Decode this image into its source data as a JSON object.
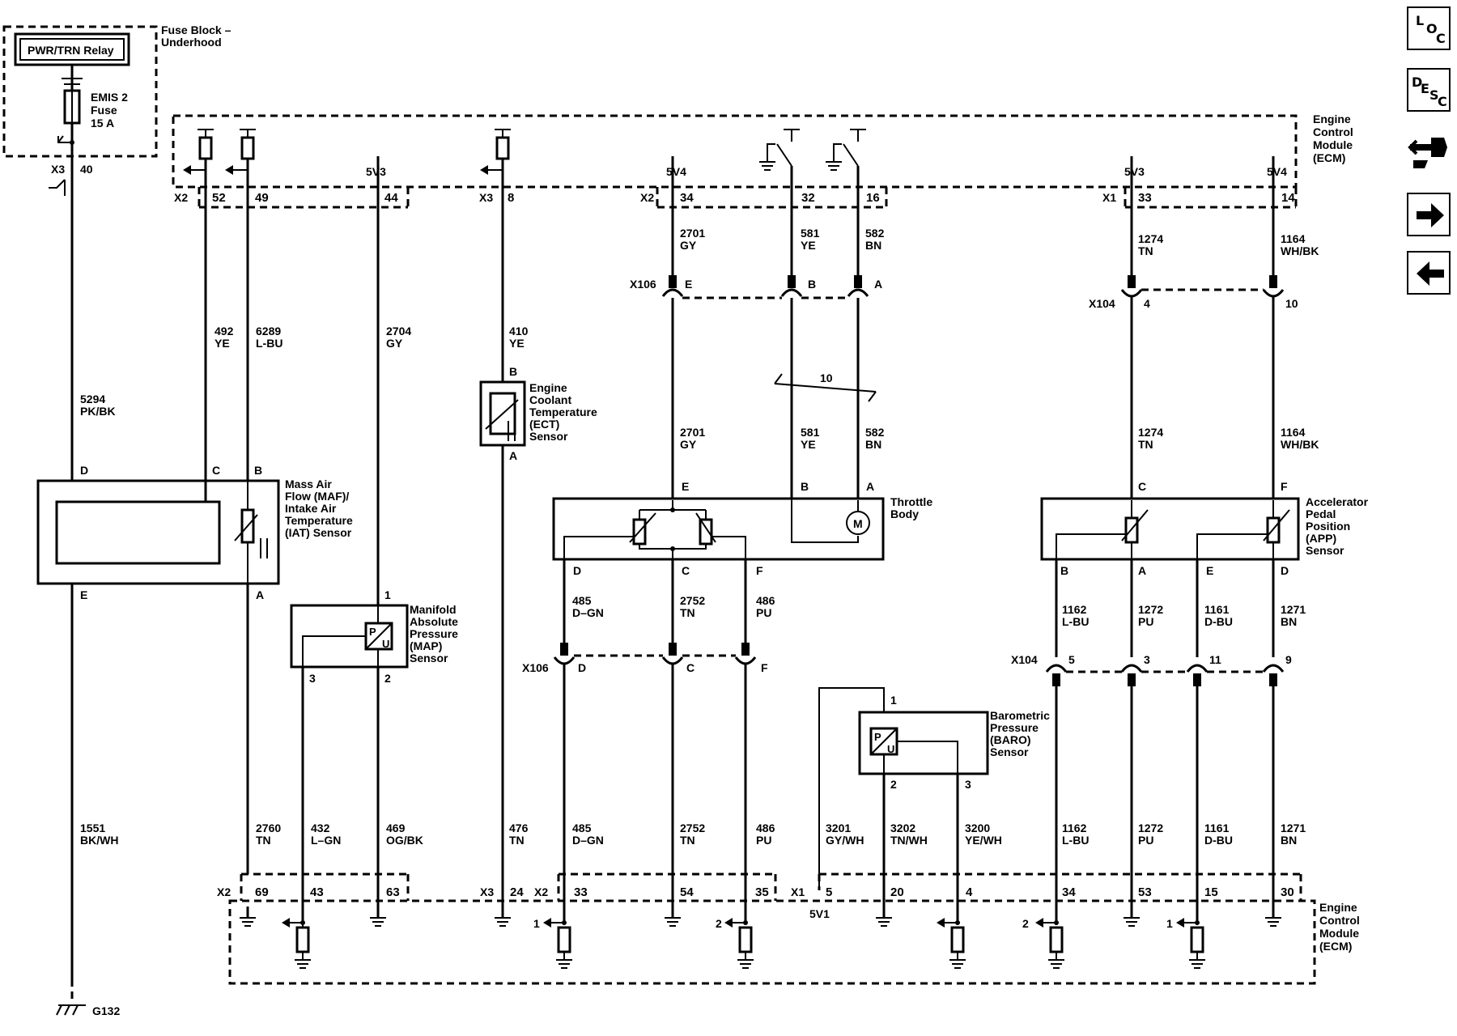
{
  "relay": "PWR/TRN Relay",
  "fuse_block": [
    "Fuse Block –",
    "Underhood"
  ],
  "fuse": [
    "EMIS 2",
    "Fuse",
    "15 A"
  ],
  "ecm": [
    "Engine",
    "Control",
    "Module",
    "(ECM)"
  ],
  "ground": "G132",
  "connectors": {
    "x1": "X1",
    "x2": "X2",
    "x3": "X3",
    "x104": "X104",
    "x106": "X106"
  },
  "voltages": {
    "v5v3": "5V3",
    "v5v4": "5V4",
    "v5v1": "5V1"
  },
  "components": {
    "maf": [
      "Mass Air",
      "Flow (MAF)/",
      "Intake Air",
      "Temperature",
      "(IAT) Sensor"
    ],
    "map": [
      "Manifold",
      "Absolute",
      "Pressure",
      "(MAP)",
      "Sensor"
    ],
    "ect": [
      "Engine",
      "Coolant",
      "Temperature",
      "(ECT)",
      "Sensor"
    ],
    "throttle": [
      "Throttle",
      "Body"
    ],
    "baro": [
      "Barometric",
      "Pressure",
      "(BARO)",
      "Sensor"
    ],
    "app": [
      "Accelerator",
      "Pedal",
      "Position",
      "(APP)",
      "Sensor"
    ]
  },
  "top_pins": {
    "p40": "40",
    "p52": "52",
    "p49": "49",
    "p44": "44",
    "p8": "8",
    "p34": "34",
    "p32": "32",
    "p16": "16",
    "p33": "33",
    "p14": "14"
  },
  "bottom_pins": {
    "p69": "69",
    "p43": "43",
    "p63": "63",
    "p24": "24",
    "p33": "33",
    "p54": "54",
    "p35": "35",
    "p5": "5",
    "p20": "20",
    "p4": "4",
    "p34": "34",
    "p53": "53",
    "p15": "15",
    "p30": "30"
  },
  "wires": {
    "w5294": [
      "5294",
      "PK/BK"
    ],
    "w492": [
      "492",
      "YE"
    ],
    "w6289": [
      "6289",
      "L-BU"
    ],
    "w2704": [
      "2704",
      "GY"
    ],
    "w410": [
      "410",
      "YE"
    ],
    "w2701": [
      "2701",
      "GY"
    ],
    "w581": [
      "581",
      "YE"
    ],
    "w582": [
      "582",
      "BN"
    ],
    "w1274": [
      "1274",
      "TN"
    ],
    "w1164": [
      "1164",
      "WH/BK"
    ],
    "w485": [
      "485",
      "D–GN"
    ],
    "w2752": [
      "2752",
      "TN"
    ],
    "w486": [
      "486",
      "PU"
    ],
    "w1162": [
      "1162",
      "L-BU"
    ],
    "w1272": [
      "1272",
      "PU"
    ],
    "w1161": [
      "1161",
      "D-BU"
    ],
    "w1271": [
      "1271",
      "BN"
    ],
    "w1551": [
      "1551",
      "BK/WH"
    ],
    "w2760": [
      "2760",
      "TN"
    ],
    "w432": [
      "432",
      "L–GN"
    ],
    "w469": [
      "469",
      "OG/BK"
    ],
    "w476": [
      "476",
      "TN"
    ],
    "w3201": [
      "3201",
      "GY/WH"
    ],
    "w3202": [
      "3202",
      "TN/WH"
    ],
    "w3200": [
      "3200",
      "YE/WH"
    ]
  },
  "pin_letters": {
    "A": "A",
    "B": "B",
    "C": "C",
    "D": "D",
    "E": "E",
    "F": "F"
  },
  "pin_numbers": {
    "n1": "1",
    "n2": "2",
    "n3": "3",
    "n4": "4",
    "n5": "5",
    "n9": "9",
    "n10": "10",
    "n11": "11"
  },
  "motor": "M",
  "pu": {
    "p": "P",
    "u": "U"
  },
  "ten": "10",
  "refs": {
    "r1": "1",
    "r2": "2"
  },
  "nav": {
    "loc": [
      "L",
      "O",
      "C"
    ],
    "desc": [
      "D",
      "E",
      "S",
      "C"
    ]
  }
}
